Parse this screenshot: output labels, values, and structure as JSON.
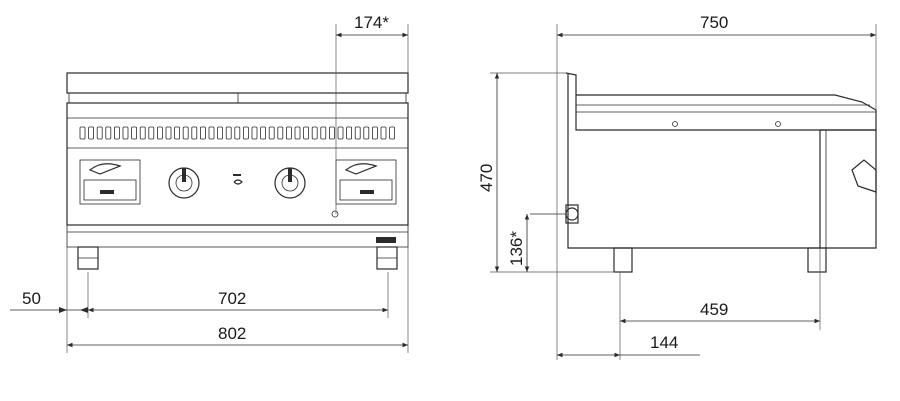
{
  "diagram": {
    "front_view": {
      "dim_174": "174*",
      "dim_50": "50",
      "dim_702": "702",
      "dim_802": "802"
    },
    "side_view": {
      "dim_750": "750",
      "dim_470": "470",
      "dim_136": "136*",
      "dim_459": "459",
      "dim_144": "144"
    },
    "colors": {
      "line": "#2b2b2b",
      "background": "#ffffff"
    }
  }
}
